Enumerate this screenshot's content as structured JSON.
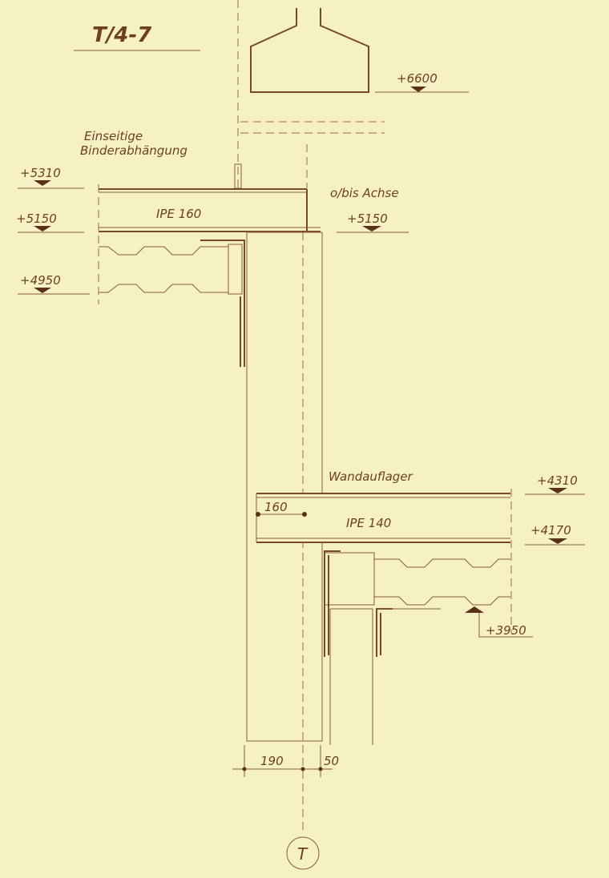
{
  "title": "T/4-7",
  "labels": {
    "level_6600": "+6600",
    "note_line1": "Einseitige",
    "note_line2": "Binderabhängung",
    "level_5310": "+5310",
    "level_5150_left": "+5150",
    "beam_upper": "IPE 160",
    "note_axis": "o/bis Achse",
    "level_5150_right": "+5150",
    "level_4950": "+4950",
    "note_support": "Wandauflager",
    "level_4310": "+4310",
    "dim_160": "160",
    "beam_lower": "IPE 140",
    "level_4170": "+4170",
    "level_3950": "+3950",
    "dim_190": "190",
    "dim_50": "50",
    "axis_marker": "T"
  },
  "colors": {
    "paper": "#f6f1c4",
    "ink": "#7a4a28",
    "wall": "#d8c498"
  }
}
